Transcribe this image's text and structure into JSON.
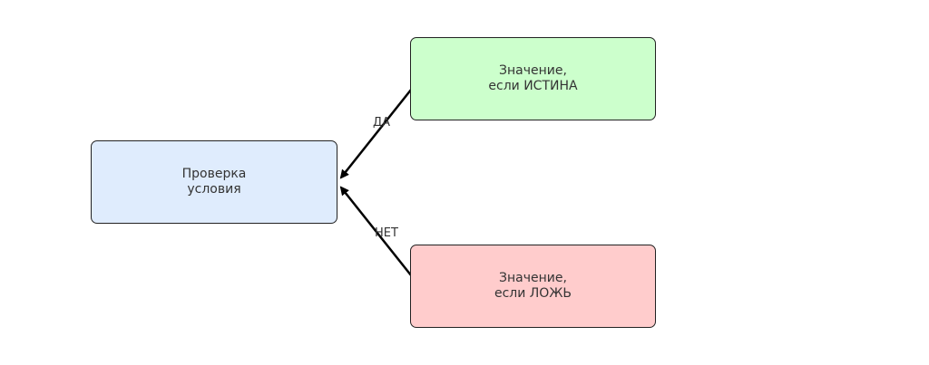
{
  "diagram": {
    "nodes": {
      "check": {
        "line1": "Проверка",
        "line2": "условия",
        "fill": "#dfecfd"
      },
      "true_value": {
        "line1": "Значение,",
        "line2": "если ИСТИНА",
        "fill": "#ccffcc"
      },
      "false_value": {
        "line1": "Значение,",
        "line2": "если ЛОЖЬ",
        "fill": "#ffcccc"
      }
    },
    "edges": {
      "yes_label": "ДА",
      "no_label": "НЕТ"
    },
    "colors": {
      "border": "#222222",
      "arrow": "#000000",
      "text": "#333333"
    }
  }
}
